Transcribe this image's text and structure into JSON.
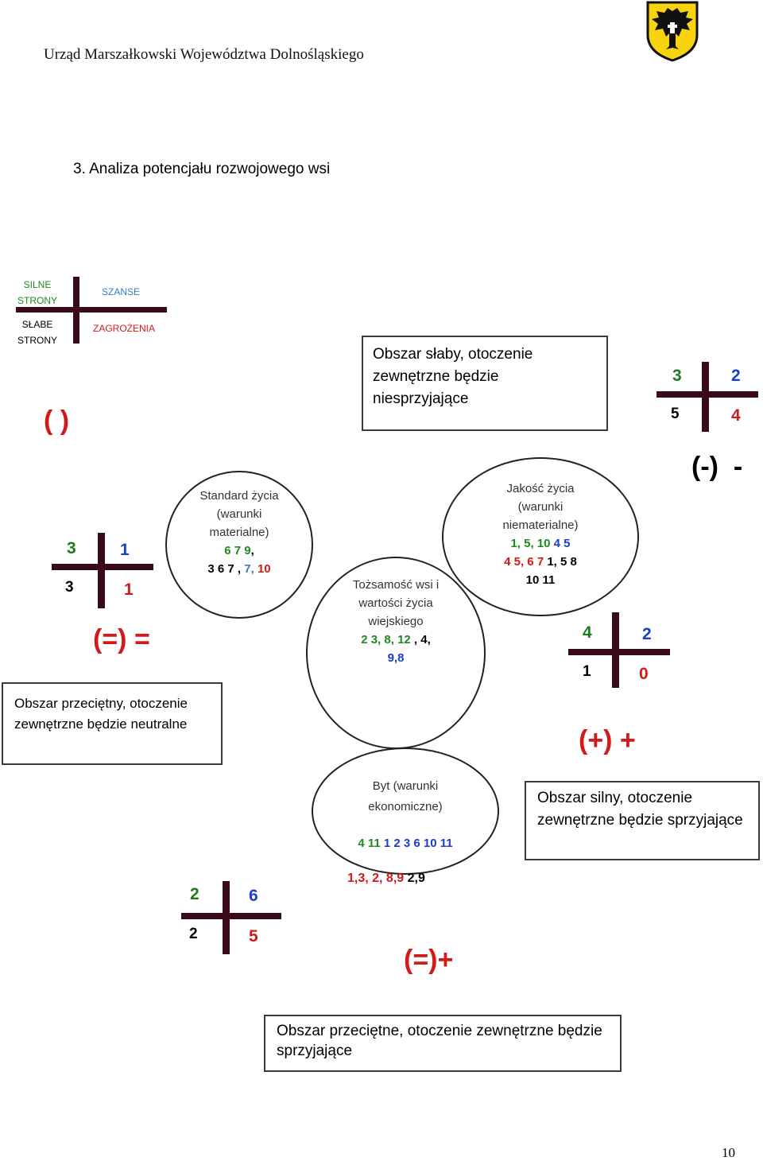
{
  "header": {
    "title": "Urząd Marszałkowski Województwa Dolnośląskiego",
    "crest_icon": "eagle-crest-icon",
    "crest_color": "#f6d20f",
    "eagle_color": "#111111"
  },
  "section_title": "3.  Analiza potencjału rozwojowego wsi",
  "legend": {
    "strong": "SILNE STRONY",
    "weak": "SŁABE STRONY",
    "opportunities": "SZANSE",
    "threats": "ZAGROŻENIA"
  },
  "paren_left": "(  )",
  "q_topright": {
    "tl": "3",
    "tr": "2",
    "bl": "5",
    "br": "4",
    "score": "(-)  -",
    "box": "Obszar słaby, otoczenie zewnętrzne będzie niesprzyjające"
  },
  "q_left": {
    "tl": "3",
    "tr": "1",
    "bl": "3",
    "br": "1",
    "score": "(=) =",
    "box": "Obszar  przeciętny, otoczenie zewnętrzne będzie neutralne"
  },
  "q_right": {
    "tl": "4",
    "tr": "2",
    "bl": "1",
    "br": "0",
    "score": "(+) +",
    "box": "Obszar silny, otoczenie zewnętrzne będzie sprzyjające"
  },
  "q_bottom": {
    "tl": "2",
    "tr": "6",
    "bl": "2",
    "br": "5",
    "score": "(=)+",
    "box": "Obszar przeciętne, otoczenie zewnętrzne będzie sprzyjające"
  },
  "circles": {
    "standard": {
      "title1": "Standard życia",
      "title2": "(warunki",
      "title3": "materialne)",
      "n1": "6 7 9",
      "n1b": ",",
      "n2": "3 6 7 , ",
      "n2b": "7, ",
      "n2c": "10"
    },
    "quality": {
      "title1": "Jakość życia",
      "title2": "(warunki",
      "title3": "niematerialne)",
      "n1": "1, 5, 10 ",
      "n1b": "4 5",
      "n2": "4 5, 6 7 ",
      "n2b": "1, 5 8",
      "n3": "10 11"
    },
    "identity": {
      "title1": "Tożsamość wsi i",
      "title2": "wartości życia",
      "title3": "wiejskiego",
      "n1": "2 3, 8, 12",
      "n1b": " , 4,",
      "n2": "9,8"
    },
    "byt": {
      "title1": "Byt (warunki",
      "title2": "ekonomiczne)",
      "n1": "4 11 ",
      "n1b": "1 2 3 6 10 11"
    }
  },
  "byt_numbers": {
    "a": "1,3, 2, ",
    "b": "8,9 ",
    "c": "2,9"
  },
  "page_number": "10"
}
